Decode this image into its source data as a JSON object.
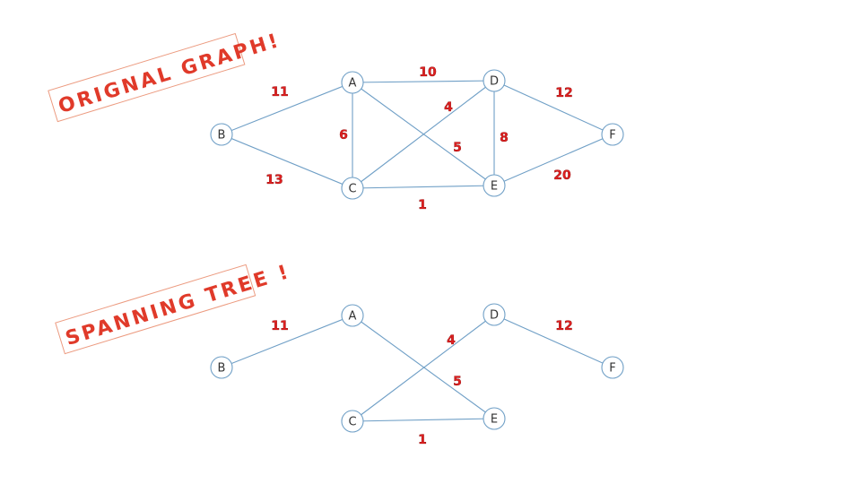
{
  "original": {
    "title": "ORIGNAL GRAPH!",
    "nodes": [
      "A",
      "B",
      "C",
      "D",
      "E",
      "F"
    ],
    "edges": [
      {
        "from": "A",
        "to": "B",
        "weight": "11"
      },
      {
        "from": "A",
        "to": "D",
        "weight": "10"
      },
      {
        "from": "A",
        "to": "C",
        "weight": "6"
      },
      {
        "from": "A",
        "to": "E",
        "weight": "5"
      },
      {
        "from": "B",
        "to": "C",
        "weight": "13"
      },
      {
        "from": "C",
        "to": "D",
        "weight": "4"
      },
      {
        "from": "C",
        "to": "E",
        "weight": "1"
      },
      {
        "from": "D",
        "to": "E",
        "weight": "8"
      },
      {
        "from": "D",
        "to": "F",
        "weight": "12"
      },
      {
        "from": "E",
        "to": "F",
        "weight": "20"
      }
    ]
  },
  "spanning": {
    "title": "SPANNING TREE !",
    "nodes": [
      "A",
      "B",
      "C",
      "D",
      "E",
      "F"
    ],
    "edges": [
      {
        "from": "A",
        "to": "B",
        "weight": "11"
      },
      {
        "from": "C",
        "to": "D",
        "weight": "4"
      },
      {
        "from": "A",
        "to": "E",
        "weight": "5"
      },
      {
        "from": "C",
        "to": "E",
        "weight": "1"
      },
      {
        "from": "D",
        "to": "F",
        "weight": "12"
      }
    ]
  },
  "colors": {
    "edge": "#6f9fc6",
    "weight": "#e02020",
    "title": "#e03a2a",
    "title_border": "#ec9b80"
  }
}
